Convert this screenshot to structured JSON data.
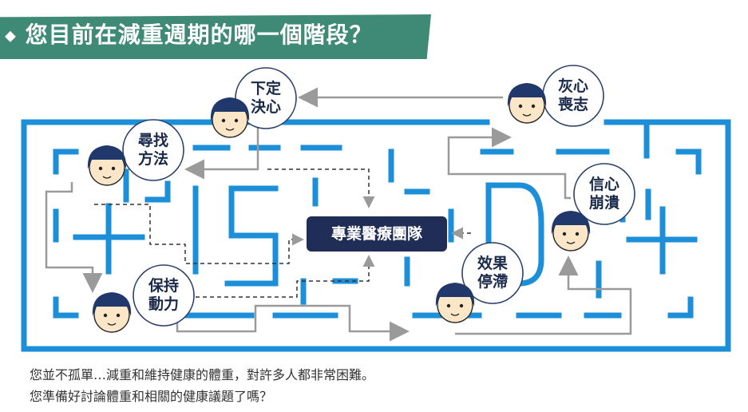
{
  "title": "您目前在減重週期的哪一個階段？",
  "center": "專業醫療團隊",
  "stages": {
    "decide": "下定\n決心",
    "method": "尋找\n方法",
    "motivate": "保持\n動力",
    "plateau": "效果\n停滯",
    "collapse": "信心\n崩潰",
    "discouraged": "灰心\n喪志"
  },
  "caption": {
    "line1": "您並不孤單…減重和維持健康的體重，對許多人都非常困難。",
    "line2": "您準備好討論體重和相關的健康議題了嗎？"
  },
  "colors": {
    "banner": "#3f8a76",
    "maze": "#1c8fd8",
    "navy": "#1f2d57",
    "arrow": "#9a9a9a",
    "skin": "#fbe6c8",
    "hair": "#20386b"
  }
}
